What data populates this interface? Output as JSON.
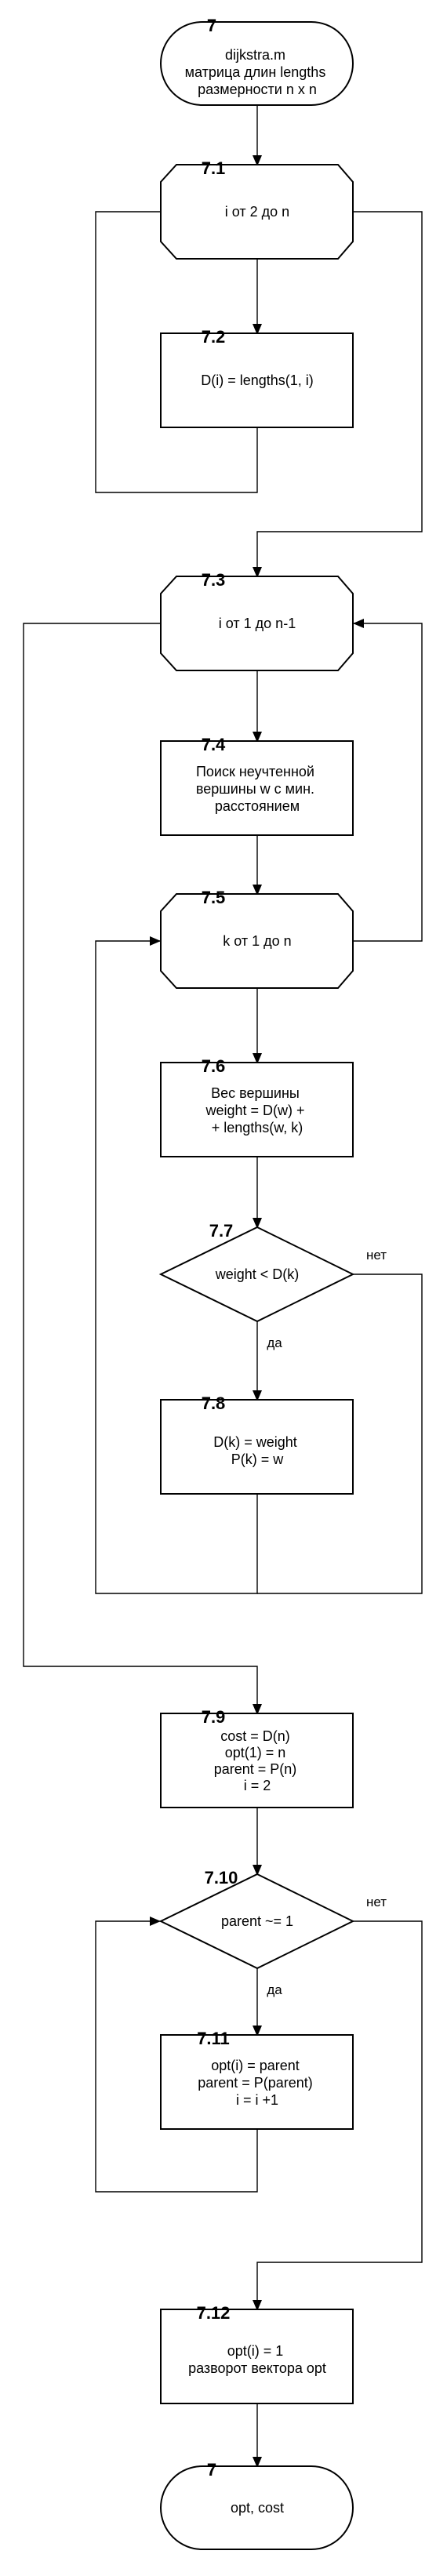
{
  "nodes": {
    "n7_start": {
      "num": "7",
      "lines": [
        "dijkstra.m",
        "матрица длин lengths",
        "размерности n x n"
      ]
    },
    "n7_1": {
      "num": "7.1",
      "lines": [
        "i от 2 до n"
      ]
    },
    "n7_2": {
      "num": "7.2",
      "lines": [
        "D(i) = lengths(1, i)"
      ]
    },
    "n7_3": {
      "num": "7.3",
      "lines": [
        "i от 1 до n-1"
      ]
    },
    "n7_4": {
      "num": "7.4",
      "lines": [
        "Поиск неучтенной",
        "вершины w с мин.",
        "расстоянием"
      ]
    },
    "n7_5": {
      "num": "7.5",
      "lines": [
        "k от 1 до n"
      ]
    },
    "n7_6": {
      "num": "7.6",
      "lines": [
        "Вес вершины",
        "weight = D(w) +",
        "+ lengths(w, k)"
      ]
    },
    "n7_7": {
      "num": "7.7",
      "lines": [
        "weight < D(k)"
      ]
    },
    "n7_8": {
      "num": "7.8",
      "lines": [
        "D(k) = weight",
        "P(k) = w"
      ]
    },
    "n7_9": {
      "num": "7.9",
      "lines": [
        "cost = D(n)",
        "opt(1) = n",
        "parent = P(n)",
        "i = 2"
      ]
    },
    "n7_10": {
      "num": "7.10",
      "lines": [
        "parent ~= 1"
      ]
    },
    "n7_11": {
      "num": "7.11",
      "lines": [
        "opt(i) = parent",
        "parent = P(parent)",
        "i = i +1"
      ]
    },
    "n7_12": {
      "num": "7.12",
      "lines": [
        "opt(i) = 1",
        "разворот вектора opt"
      ]
    },
    "n7_end": {
      "num": "7",
      "lines": [
        "opt, cost"
      ]
    }
  },
  "branches": {
    "no_label": "нет",
    "yes_label": "да"
  }
}
